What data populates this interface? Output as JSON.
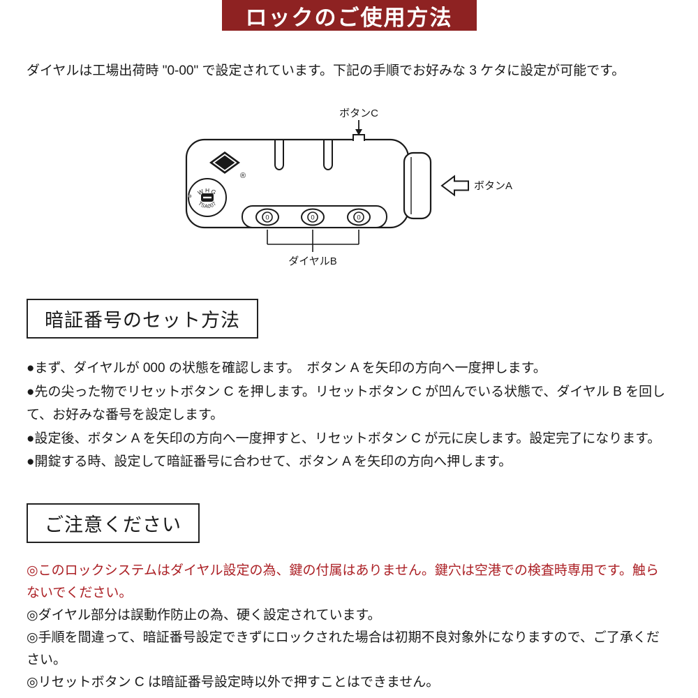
{
  "page": {
    "title": "ロックのご使用方法",
    "intro": "ダイヤルは工場出荷時 \"0-00\" で設定されています。下記の手順でお好みな 3 ケタに設定が可能です。"
  },
  "diagram": {
    "label_button_c": "ボタンC",
    "label_button_a": "ボタンA",
    "label_dial_b": "ダイヤルB",
    "logo_top": "WHG",
    "logo_bottom": "TSA007",
    "registered_mark": "®",
    "dial_digits": [
      "0",
      "0",
      "0"
    ]
  },
  "set_section": {
    "heading": "暗証番号のセット方法",
    "bullets": [
      "●まず、ダイヤルが 000 の状態を確認します。　ボタン A を矢印の方向へ一度押します。",
      "●先の尖った物でリセットボタン C を押します。リセットボタン C が凹んでいる状態で、ダイヤル B を回して、お好みな番号を設定します。",
      "●設定後、ボタン A を矢印の方向へ一度押すと、リセットボタン C が元に戻します。設定完了になります。",
      "●開錠する時、設定して暗証番号に合わせて、ボタン A を矢印の方向へ押します。"
    ]
  },
  "caution_section": {
    "heading": "ご注意ください",
    "notes": [
      "◎このロックシステムはダイヤル設定の為、鍵の付属はありません。鍵穴は空港での検査時専用です。触らないでください。",
      "◎ダイヤル部分は誤動作防止の為、硬く設定されています。",
      "◎手順を間違って、暗証番号設定できずにロックされた場合は初期不良対象外になりますので、ご了承ください。",
      "◎リセットボタン C は暗証番号設定時以外で押すことはできません。"
    ]
  },
  "colors": {
    "banner_bg": "#8e2222",
    "banner_text": "#ffffff",
    "warning_text": "#ab1f24",
    "body_text": "#1a1a1a"
  }
}
